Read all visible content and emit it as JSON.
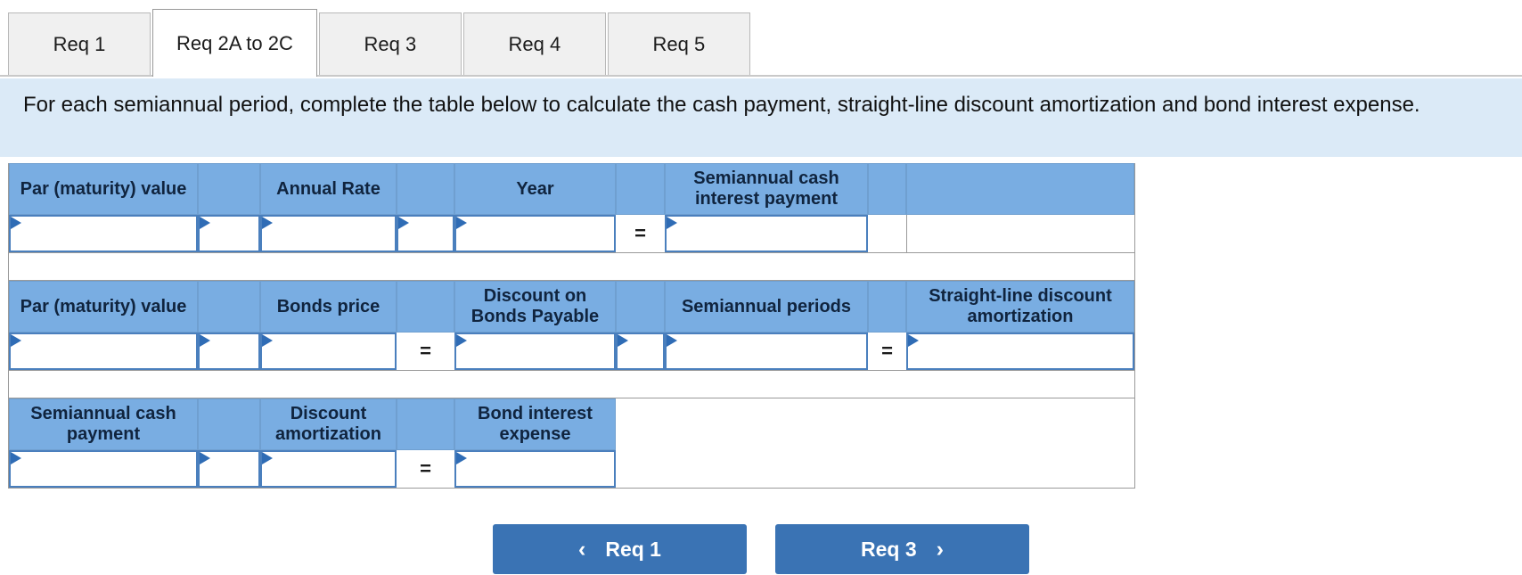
{
  "tabs": [
    {
      "label": "Req 1",
      "active": false
    },
    {
      "label": "Req 2A to 2C",
      "active": true
    },
    {
      "label": "Req 3",
      "active": false
    },
    {
      "label": "Req 4",
      "active": false
    },
    {
      "label": "Req 5",
      "active": false
    }
  ],
  "banner": {
    "text": "For each semiannual period, complete the table below to calculate the cash payment, straight-line discount amortization and bond interest expense."
  },
  "tables": {
    "table1": {
      "headers": [
        "Par (maturity) value",
        "",
        "Annual Rate",
        "",
        "Year",
        "",
        "Semiannual cash interest payment",
        "",
        ""
      ],
      "inputs": [
        "",
        "",
        "",
        "",
        "",
        "",
        ""
      ],
      "operator": "="
    },
    "table2": {
      "headers": [
        "Par (maturity) value",
        "",
        "Bonds price",
        "",
        "Discount on Bonds Payable",
        "",
        "Semiannual periods",
        "",
        "Straight-line discount amortization"
      ],
      "inputs": [
        "",
        "",
        "",
        "",
        "",
        ""
      ],
      "operator_1": "=",
      "operator_2": "="
    },
    "table3": {
      "headers": [
        "Semiannual cash payment",
        "",
        "Discount amortization",
        "",
        "Bond interest expense"
      ],
      "inputs": [
        "",
        "",
        "",
        ""
      ],
      "operator": "="
    }
  },
  "nav": {
    "prev_label": "Req 1",
    "prev_chevron": "‹",
    "next_label": "Req 3",
    "next_chevron": "›"
  },
  "colors": {
    "header_blue": "#79ade2",
    "banner_blue": "#dbeaf7",
    "button_blue": "#3a73b4",
    "input_border": "#4a7fbd",
    "marker_blue": "#2f6cb5"
  }
}
